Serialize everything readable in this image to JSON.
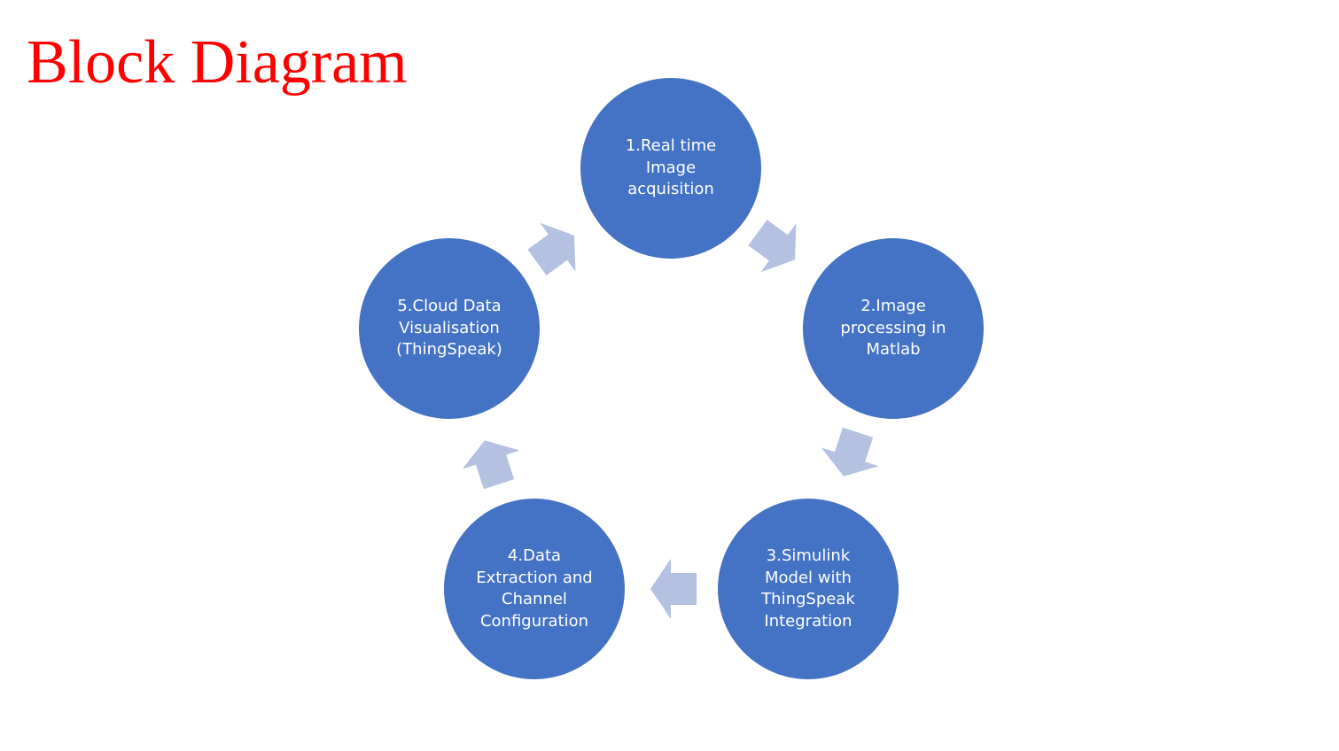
{
  "slide": {
    "title": "Block Diagram",
    "title_color": "#ff0000"
  },
  "diagram": {
    "node_color": "#4472c4",
    "arrow_color": "#b4c1e1",
    "nodes": [
      {
        "label": "1.Real time\nImage\nacquisition"
      },
      {
        "label": "2.Image\nprocessing in\nMatlab"
      },
      {
        "label": "3.Simulink\nModel with\nThingSpeak\nIntegration"
      },
      {
        "label": "4.Data\nExtraction and\nChannel\nConfiguration"
      },
      {
        "label": "5.Cloud Data\nVisualisation\n(ThingSpeak)"
      }
    ],
    "arrows": [
      {
        "from": 1,
        "to": 2
      },
      {
        "from": 2,
        "to": 3
      },
      {
        "from": 3,
        "to": 4
      },
      {
        "from": 4,
        "to": 5
      },
      {
        "from": 5,
        "to": 1
      }
    ]
  }
}
